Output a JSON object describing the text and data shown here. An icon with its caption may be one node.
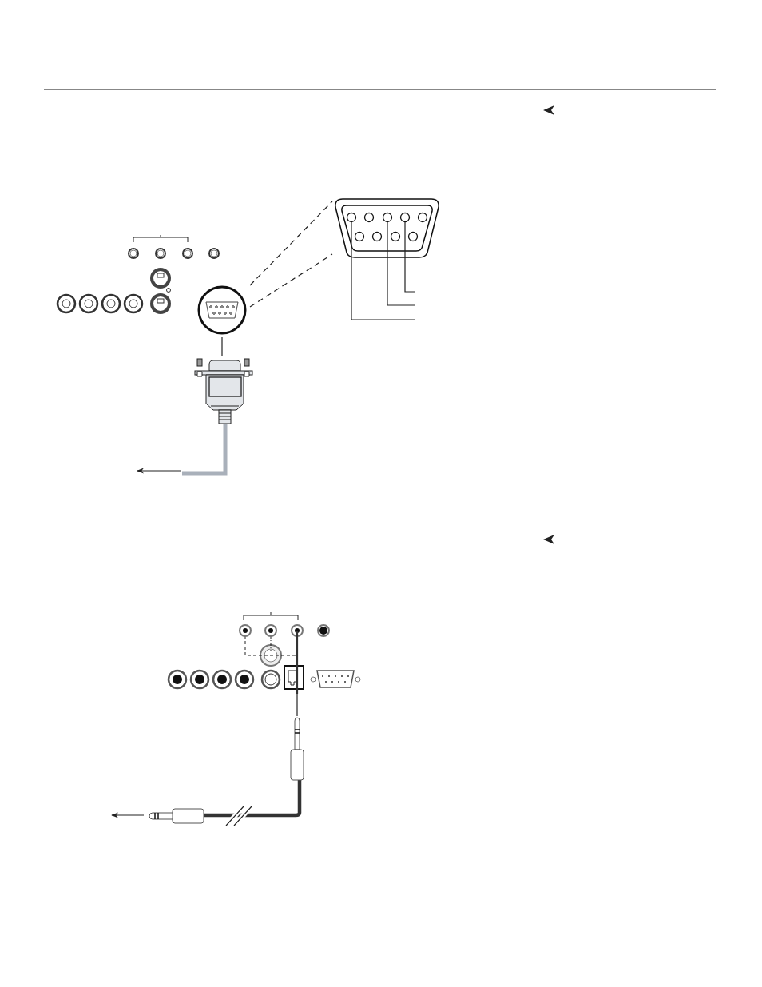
{
  "diagram": {
    "nodes": [
      {
        "text": [],
        "shape": "picture"
      },
      {
        "text": [],
        "shape": "picture"
      },
      {
        "text": [],
        "shape": "picture"
      },
      {
        "text": [],
        "shape": "picture"
      },
      {
        "text": [],
        "shape": "picture"
      }
    ],
    "edges": [
      {
        "from": 0,
        "to": 1,
        "arrow": "none",
        "style": "dashed"
      },
      {
        "from": 0,
        "to": 1,
        "arrow": "none",
        "style": "dashed"
      },
      {
        "from": 1,
        "to": null,
        "arrow": "none"
      },
      {
        "from": 1,
        "to": null,
        "arrow": "none"
      },
      {
        "from": 1,
        "to": null,
        "arrow": "none"
      },
      {
        "from": 0,
        "to": 2,
        "arrow": "none"
      },
      {
        "from": 2,
        "to": null,
        "arrow": "to"
      },
      {
        "from": 3,
        "to": 4,
        "arrow": "none"
      },
      {
        "from": 4,
        "to": null,
        "arrow": "to"
      }
    ]
  }
}
